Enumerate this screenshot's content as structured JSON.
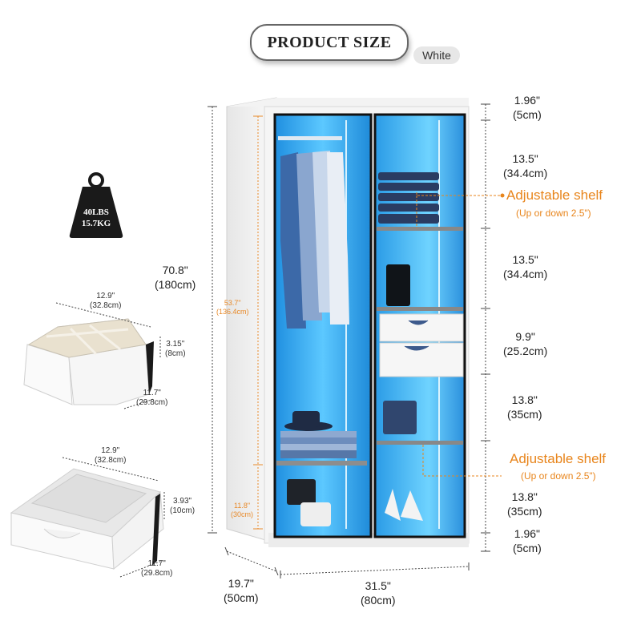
{
  "header": {
    "title": "PRODUCT  SIZE",
    "color_option": "White"
  },
  "weight_badge": {
    "lbs": "40LBS",
    "kg": "15.7KG"
  },
  "dimensions": {
    "total_height": {
      "in": "70.8\"",
      "cm": "(180cm)"
    },
    "left_upper_height": {
      "in": "53.7\"",
      "cm": "(136.4cm)"
    },
    "left_lower_height": {
      "in": "11.8\"",
      "cm": "(30cm)"
    },
    "depth": {
      "in": "19.7\"",
      "cm": "(50cm)"
    },
    "width": {
      "in": "31.5\"",
      "cm": "(80cm)"
    },
    "right_sections": [
      {
        "in": "1.96\"",
        "cm": "(5cm)"
      },
      {
        "in": "13.5\"",
        "cm": "(34.4cm)"
      },
      {
        "in": "13.5\"",
        "cm": "(34.4cm)"
      },
      {
        "in": "9.9\"",
        "cm": "(25.2cm)"
      },
      {
        "in": "13.8\"",
        "cm": "(35cm)"
      },
      {
        "in": "13.8\"",
        "cm": "(35cm)"
      },
      {
        "in": "1.96\"",
        "cm": "(5cm)"
      }
    ]
  },
  "callouts": {
    "shelf_top": {
      "label": "Adjustable shelf",
      "sub": "(Up or down 2.5\")"
    },
    "shelf_bottom": {
      "label": "Adjustable shelf",
      "sub": "(Up or down 2.5\")"
    }
  },
  "drawer_top": {
    "width": {
      "in": "12.9\"",
      "cm": "(32.8cm)"
    },
    "height": {
      "in": "3.15\"",
      "cm": "(8cm)"
    },
    "depth": {
      "in": "11.7\"",
      "cm": "(29.8cm)"
    }
  },
  "drawer_bottom": {
    "width": {
      "in": "12.9\"",
      "cm": "(32.8cm)"
    },
    "height": {
      "in": "3.93\"",
      "cm": "(10cm)"
    },
    "depth": {
      "in": "11.7\"",
      "cm": "(29.8cm)"
    }
  }
}
